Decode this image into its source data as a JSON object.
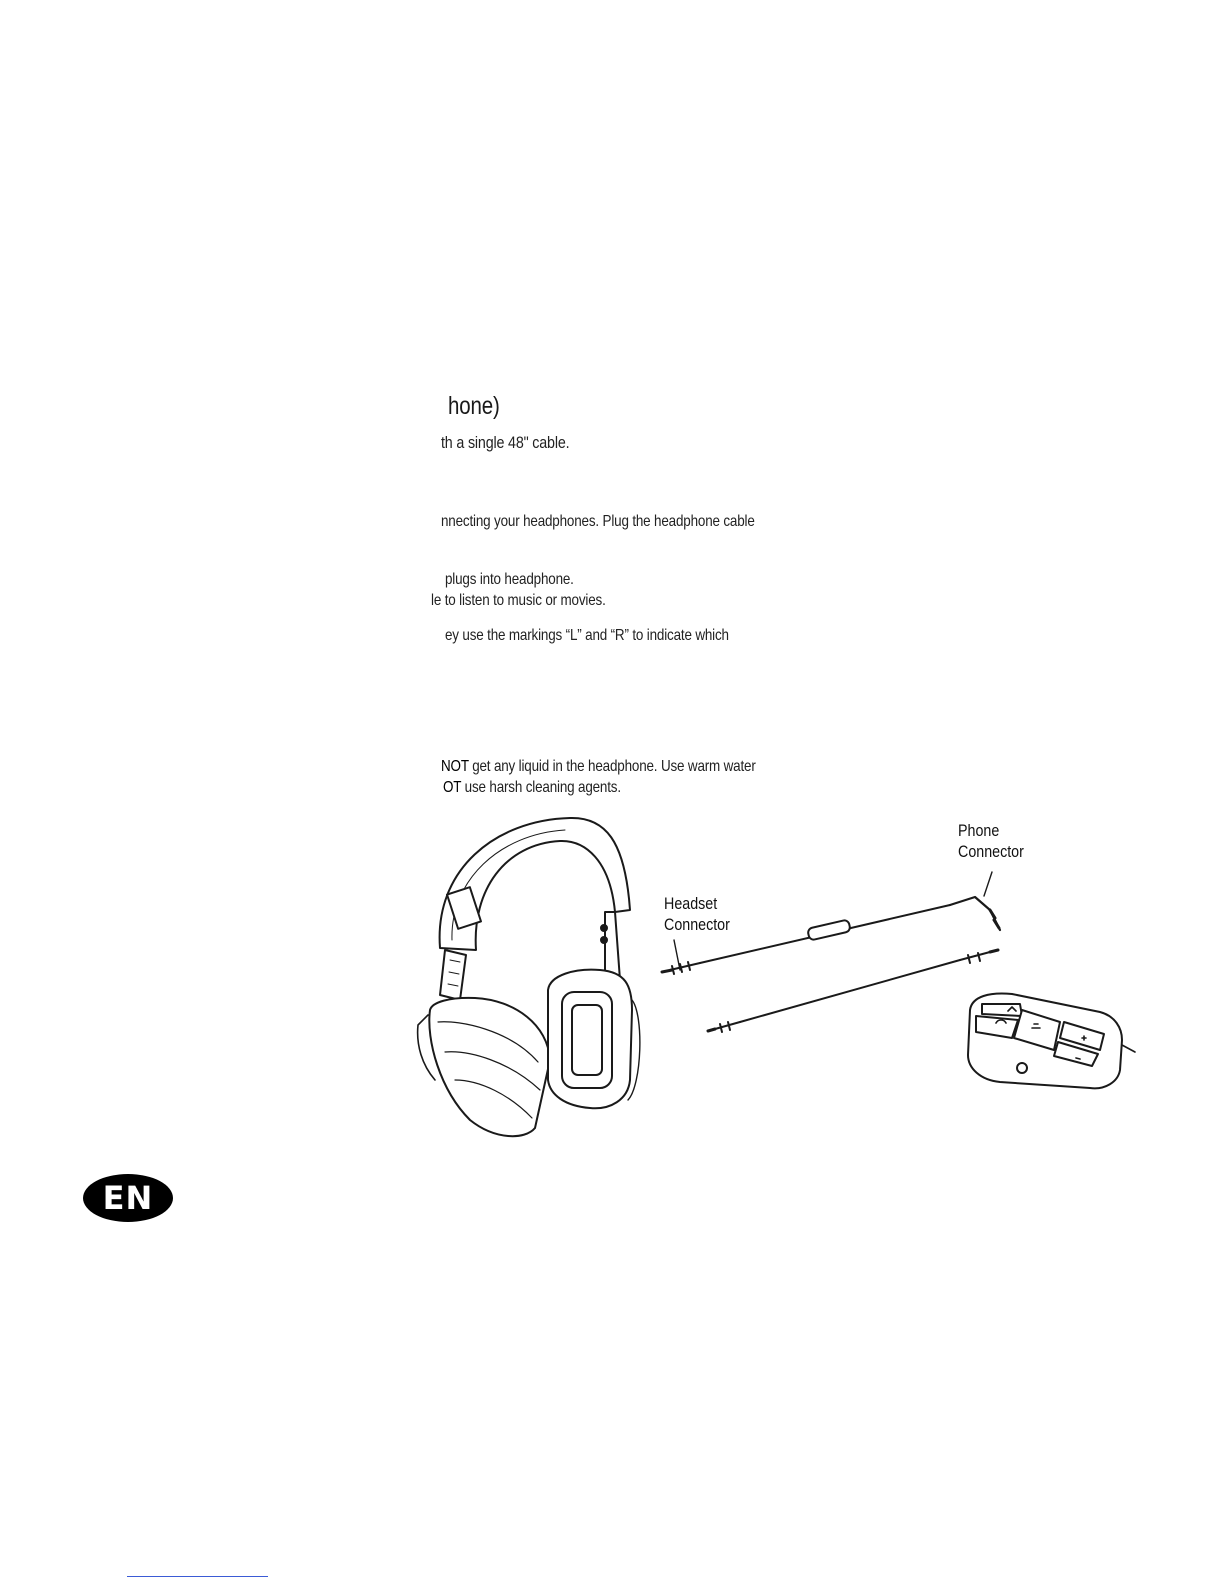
{
  "document": {
    "heading": "hone)",
    "lines": [
      "th a single 48\" cable.",
      "nnecting your headphones. Plug the headphone cable",
      "plugs into headphone.",
      "le to listen to music or movies.",
      "ey use the markings “L” and “R” to indicate which"
    ],
    "care": {
      "line1_strong": "NOT",
      "line1_rest": " get any liquid in the headphone. Use warm water",
      "line2_strong": "OT",
      "line2_rest": " use harsh cleaning agents."
    }
  },
  "figure": {
    "phone_connector_label": [
      "Phone",
      "Connector"
    ],
    "headset_connector_label": [
      "Headset",
      "Connector"
    ],
    "adapter_button_icons": [
      "game-audio-icon",
      "chat-audio-icon",
      "mic-mute-icon",
      "volume-up-icon",
      "volume-down-icon"
    ],
    "adapter_plus_symbol": "+",
    "adapter_minus_symbol": "−"
  },
  "language_badge": "EN",
  "colors": {
    "ink": "#111111",
    "badge": "#000000",
    "link": "#3b5bd6"
  }
}
